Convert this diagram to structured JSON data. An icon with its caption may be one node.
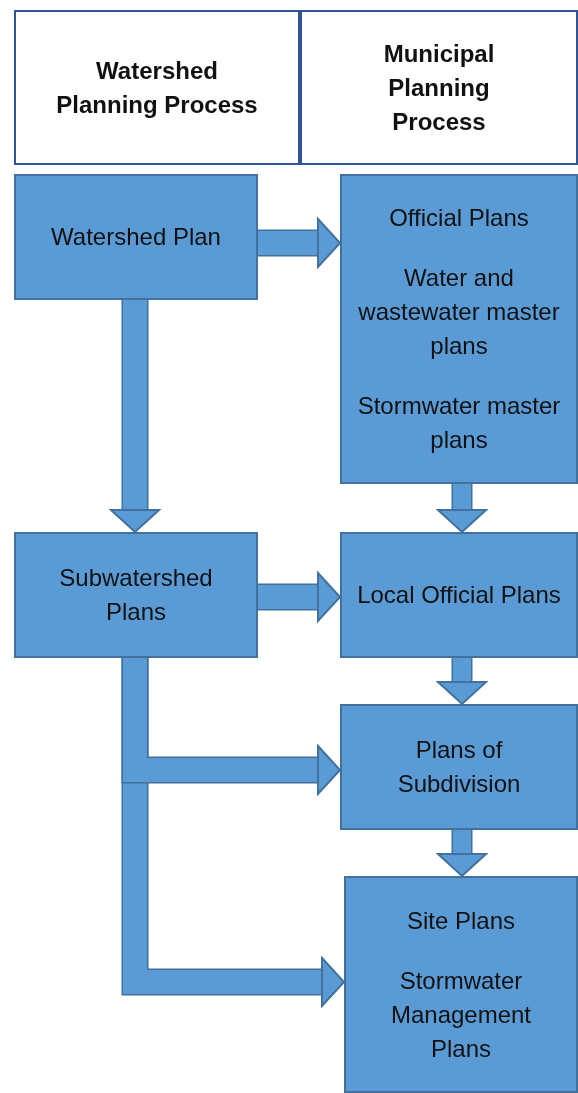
{
  "diagram": {
    "nodes": [
      {
        "text": [
          "Watershed Planning Process"
        ]
      },
      {
        "text": [
          "Municipal Planning Process"
        ]
      },
      {
        "text": [
          "Watershed Plan"
        ]
      },
      {
        "text": [
          "Official Plans",
          "Water and wastewater master plans",
          "Stormwater master plans"
        ]
      },
      {
        "text": [
          "Subwatershed Plans"
        ]
      },
      {
        "text": [
          "Local Official Plans"
        ]
      },
      {
        "text": [
          "Plans of Subdivision"
        ]
      },
      {
        "text": [
          "Site Plans",
          "Stormwater Management Plans"
        ]
      }
    ],
    "edges": [
      {
        "from": 2,
        "to": 3,
        "arrow": "to"
      },
      {
        "from": 2,
        "to": 4,
        "arrow": "to"
      },
      {
        "from": 3,
        "to": 5,
        "arrow": "to"
      },
      {
        "from": 4,
        "to": 5,
        "arrow": "to"
      },
      {
        "from": 4,
        "to": 7,
        "arrow": "to"
      },
      {
        "from": 4,
        "to": 6,
        "arrow": "to"
      },
      {
        "from": 5,
        "to": 6,
        "arrow": "to"
      },
      {
        "from": 6,
        "to": 7,
        "arrow": "to"
      }
    ]
  }
}
